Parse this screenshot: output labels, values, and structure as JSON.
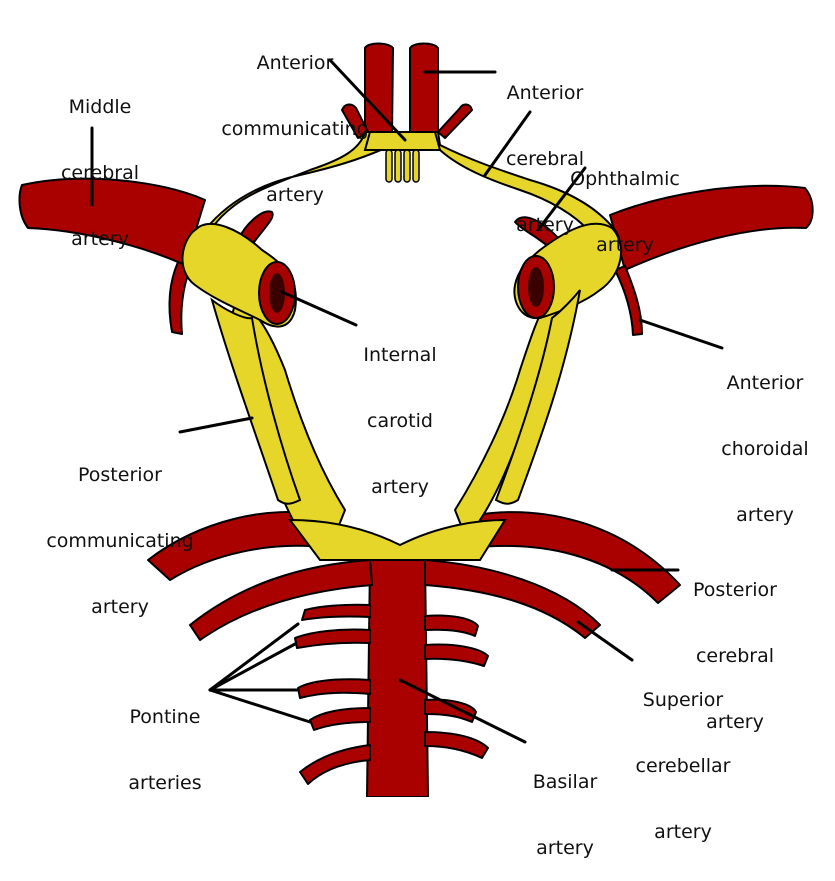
{
  "colors": {
    "artery_red": "#a90000",
    "communicating_yellow": "#e6d62a",
    "vessel_lumen": "#3a0000",
    "outline": "#000000",
    "background": "#ffffff"
  },
  "labels": {
    "anterior_communicating": [
      "Anterior",
      "communicating",
      "artery"
    ],
    "anterior_cerebral": [
      "Anterior",
      "cerebral",
      "artery"
    ],
    "middle_cerebral": [
      "Middle",
      "cerebral",
      "artery"
    ],
    "ophthalmic": [
      "Ophthalmic",
      "artery"
    ],
    "internal_carotid": [
      "Internal",
      "carotid",
      "artery"
    ],
    "anterior_choroidal": [
      "Anterior",
      "choroidal",
      "artery"
    ],
    "posterior_communicating": [
      "Posterior",
      "communicating",
      "artery"
    ],
    "posterior_cerebral": [
      "Posterior",
      "cerebral",
      "artery"
    ],
    "superior_cerebellar": [
      "Superior",
      "cerebellar",
      "artery"
    ],
    "pontine": [
      "Pontine",
      "arteries"
    ],
    "basilar": [
      "Basilar",
      "artery"
    ]
  }
}
